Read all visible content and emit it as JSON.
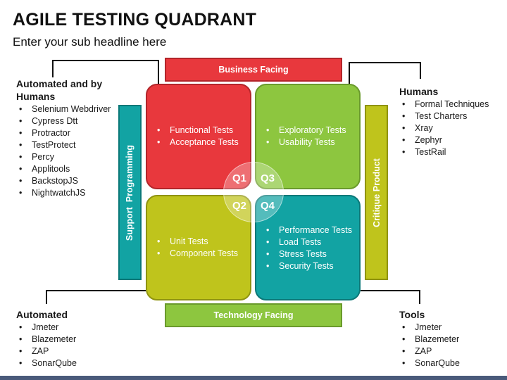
{
  "title": "AGILE TESTING QUADRANT",
  "subtitle": "Enter your sub headline here",
  "bands": {
    "top": "Business Facing",
    "bottom": "Technology Facing",
    "left": "Support  Programming",
    "right": "Critique Product"
  },
  "quadrants": {
    "q1": {
      "label": "Q1",
      "color": "#e8383d",
      "items": [
        "Functional Tests",
        "Acceptance Tests"
      ]
    },
    "q2": {
      "label": "Q2",
      "color": "#bfc41c",
      "items": [
        "Unit Tests",
        "Component Tests"
      ]
    },
    "q3": {
      "label": "Q3",
      "color": "#8dc63f",
      "items": [
        "Exploratory Tests",
        "Usability Tests"
      ]
    },
    "q4": {
      "label": "Q4",
      "color": "#12a3a3",
      "items": [
        "Performance Tests",
        "Load Tests",
        "Stress Tests",
        "Security Tests"
      ]
    }
  },
  "corners": {
    "top_left": {
      "heading": "Automated and by Humans",
      "items": [
        "Selenium Webdriver",
        "Cypress Dtt",
        "Protractor",
        "TestProtect",
        "Percy",
        "Applitools",
        "BackstopJS",
        "NightwatchJS"
      ]
    },
    "top_right": {
      "heading": "Humans",
      "items": [
        "Formal Techniques",
        "Test Charters",
        "Xray",
        "Zephyr",
        "TestRail"
      ]
    },
    "bottom_left": {
      "heading": "Automated",
      "items": [
        "Jmeter",
        "Blazemeter",
        "ZAP",
        "SonarQube"
      ]
    },
    "bottom_right": {
      "heading": "Tools",
      "items": [
        "Jmeter",
        "Blazemeter",
        "ZAP",
        "SonarQube"
      ]
    }
  }
}
